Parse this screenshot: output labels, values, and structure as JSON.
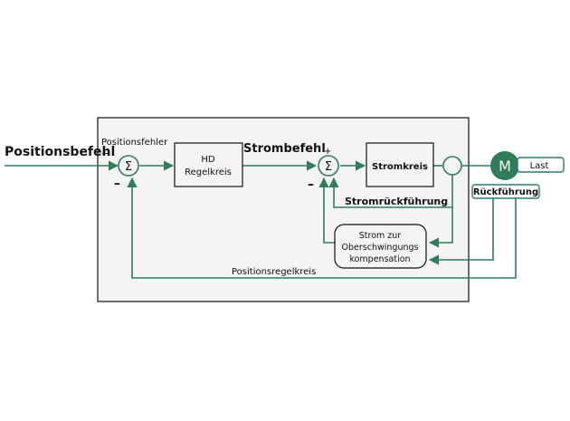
{
  "labels": {
    "positionsbefehl": "Positionsbefehl",
    "positionsfehler": "Positionsfehler",
    "hd_line1": "HD",
    "hd_line2": "Regelkreis",
    "strombefehl": "Strombefehl",
    "stromkreis": "Stromkreis",
    "motor": "M",
    "last": "Last",
    "rueckfuehrung": "Rückführung",
    "stromrueckfuehrung": "Stromrückführung",
    "comp_line1": "Strom zur",
    "comp_line2": "Oberschwingungs",
    "comp_line3": "kompensation",
    "positionsregelkreis": "Positionsregelkreis",
    "sum_symbol": "Σ",
    "sign_minus": "−",
    "sign_plus": "+",
    "sign_bar": "–"
  },
  "colors": {
    "wire": "#2e7d5b",
    "motor_fill": "#2e7d5b",
    "box_fill": "#f4f4f4",
    "box_stroke": "#111111"
  }
}
